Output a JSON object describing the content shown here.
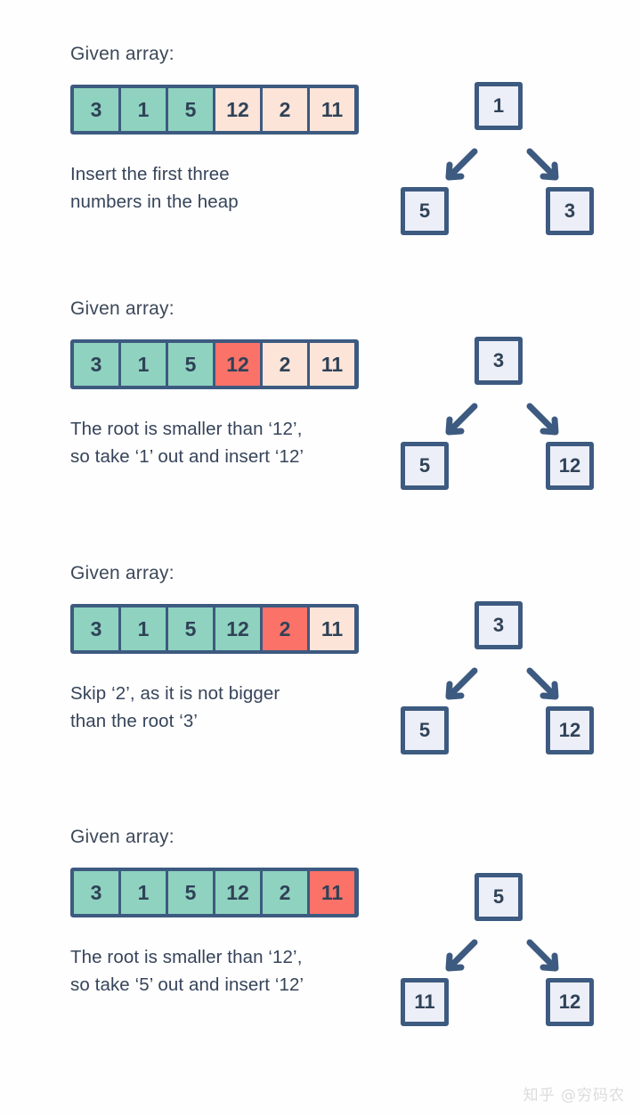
{
  "chart_data": {
    "type": "diagram",
    "title": "Heap insertion walkthrough (min-heap of size 3 over array 3,1,5,12,2,11)",
    "steps": [
      {
        "given_label": "Given array:",
        "array": {
          "values": [
            "3",
            "1",
            "5",
            "12",
            "2",
            "11"
          ],
          "states": [
            "green",
            "green",
            "green",
            "pink",
            "pink",
            "pink"
          ]
        },
        "description": "Insert the first three\nnumbers in the heap",
        "heap": {
          "root": "1",
          "left": "5",
          "right": "3"
        }
      },
      {
        "given_label": "Given array:",
        "array": {
          "values": [
            "3",
            "1",
            "5",
            "12",
            "2",
            "11"
          ],
          "states": [
            "green",
            "green",
            "green",
            "red",
            "pink",
            "pink"
          ]
        },
        "description": "The root is smaller than ‘12’,\nso take ‘1’ out and insert ‘12’",
        "heap": {
          "root": "3",
          "left": "5",
          "right": "12"
        }
      },
      {
        "given_label": "Given array:",
        "array": {
          "values": [
            "3",
            "1",
            "5",
            "12",
            "2",
            "11"
          ],
          "states": [
            "green",
            "green",
            "green",
            "green",
            "red",
            "pink"
          ]
        },
        "description": "Skip ‘2’, as it is not bigger\nthan the root ‘3’",
        "heap": {
          "root": "3",
          "left": "5",
          "right": "12"
        }
      },
      {
        "given_label": "Given array:",
        "array": {
          "values": [
            "3",
            "1",
            "5",
            "12",
            "2",
            "11"
          ],
          "states": [
            "green",
            "green",
            "green",
            "green",
            "green",
            "red"
          ]
        },
        "description": "The root is smaller than ‘12’,\nso take ‘5’ out and insert ‘12’",
        "heap": {
          "root": "5",
          "left": "11",
          "right": "12"
        }
      }
    ],
    "colors": {
      "green": "#8fd2bf",
      "pink": "#fce4d8",
      "red": "#fa7268",
      "border": "#3d5a80",
      "node_fill": "#eceef8",
      "text": "#36445a"
    }
  },
  "watermark": "知乎 @穷码农"
}
